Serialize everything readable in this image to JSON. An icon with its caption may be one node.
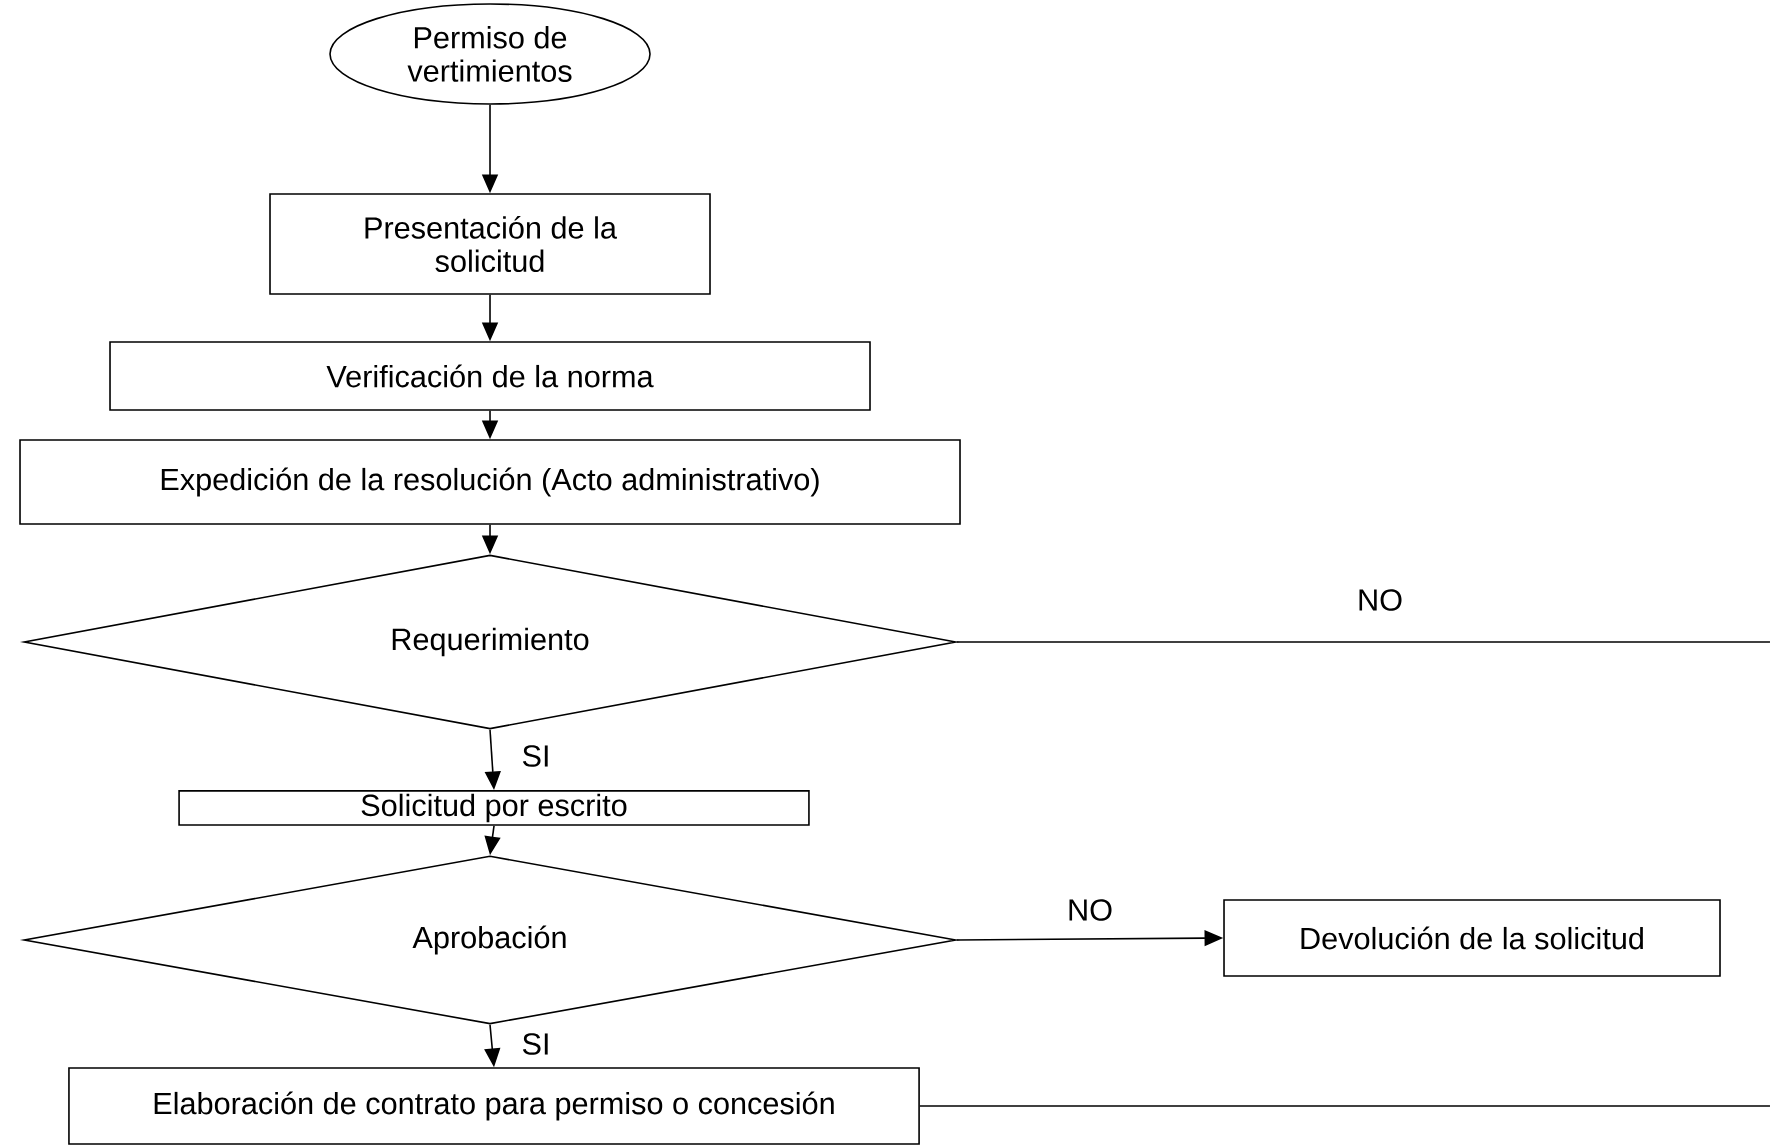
{
  "diagram": {
    "nodes": [
      {
        "text": [
          "Permiso de vertimientos"
        ]
      },
      {
        "text": [
          "Presentación de la solicitud"
        ]
      },
      {
        "text": [
          "Verificación de la norma"
        ]
      },
      {
        "text": [
          "Expedición de la resolución (Acto administrativo)"
        ]
      },
      {
        "text": [
          "Requerimiento"
        ]
      },
      {
        "text": [
          "Solicitud por escrito"
        ]
      },
      {
        "text": [
          "Aprobación"
        ]
      },
      {
        "text": [
          "Devolución de la solicitud"
        ]
      },
      {
        "text": [
          "Elaboración de contrato para permiso o concesión"
        ]
      }
    ],
    "edges": [
      {
        "from": 0,
        "to": 1,
        "arrow": "to"
      },
      {
        "from": 1,
        "to": 2,
        "arrow": "to"
      },
      {
        "from": 2,
        "to": 3,
        "arrow": "to"
      },
      {
        "from": 3,
        "to": 4,
        "arrow": "to"
      },
      {
        "from": 4,
        "to": null,
        "arrow": "none",
        "label": "NO"
      },
      {
        "from": 4,
        "to": 5,
        "arrow": "to",
        "label": "SI"
      },
      {
        "from": 5,
        "to": 6,
        "arrow": "to"
      },
      {
        "from": 6,
        "to": 7,
        "arrow": "to",
        "label": "NO"
      },
      {
        "from": 6,
        "to": 8,
        "arrow": "to",
        "label": "SI"
      },
      {
        "from": 8,
        "to": null,
        "arrow": "none"
      }
    ]
  }
}
